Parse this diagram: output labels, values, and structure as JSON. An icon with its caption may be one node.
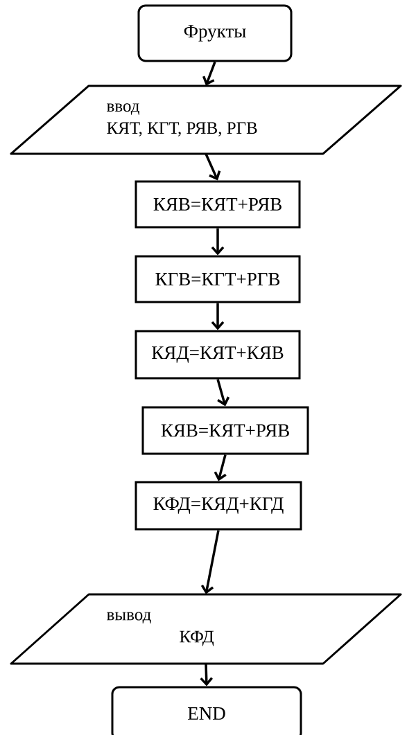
{
  "diagram": {
    "nodes": [
      {
        "text": [
          "Фрукты"
        ]
      },
      {
        "text": [
          "ввод",
          "КЯТ, КГТ, РЯВ, РГВ"
        ]
      },
      {
        "text": [
          "КЯВ=КЯТ+РЯВ"
        ]
      },
      {
        "text": [
          "КГВ=КГТ+РГВ"
        ]
      },
      {
        "text": [
          "КЯД=КЯТ+КЯВ"
        ]
      },
      {
        "text": [
          "КЯВ=КЯТ+РЯВ"
        ]
      },
      {
        "text": [
          "КФД=КЯД+КГД"
        ]
      },
      {
        "text": [
          "вывод",
          "КФД"
        ]
      },
      {
        "text": [
          "END"
        ]
      }
    ],
    "edges": [
      {
        "from": 0,
        "to": 1,
        "arrow": "to"
      },
      {
        "from": 1,
        "to": 2,
        "arrow": "to"
      },
      {
        "from": 2,
        "to": 3,
        "arrow": "to"
      },
      {
        "from": 3,
        "to": 4,
        "arrow": "to"
      },
      {
        "from": 4,
        "to": 5,
        "arrow": "to"
      },
      {
        "from": 5,
        "to": 6,
        "arrow": "to"
      },
      {
        "from": 6,
        "to": 7,
        "arrow": "to"
      },
      {
        "from": 7,
        "to": 8,
        "arrow": "to"
      }
    ]
  }
}
